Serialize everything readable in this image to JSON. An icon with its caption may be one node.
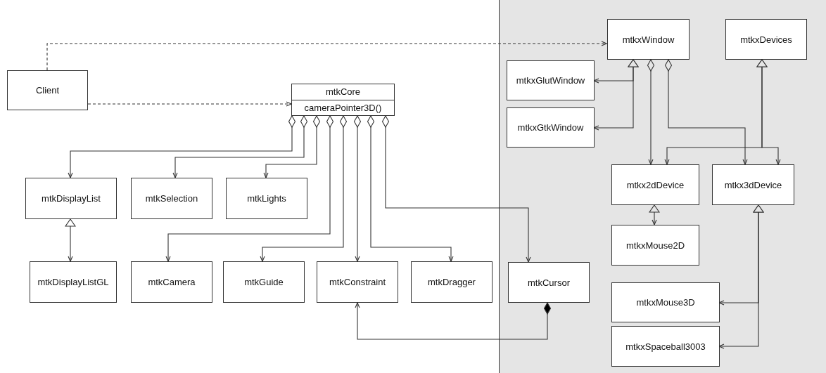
{
  "diagram": {
    "nodes": [
      {
        "text": [
          "Client"
        ]
      },
      {
        "text": [
          "mtkCore",
          "cameraPointer3D()"
        ]
      },
      {
        "text": [
          "mtkDisplayList"
        ]
      },
      {
        "text": [
          "mtkSelection"
        ]
      },
      {
        "text": [
          "mtkLights"
        ]
      },
      {
        "text": [
          "mtkDisplayListGL"
        ]
      },
      {
        "text": [
          "mtkCamera"
        ]
      },
      {
        "text": [
          "mtkGuide"
        ]
      },
      {
        "text": [
          "mtkConstraint"
        ]
      },
      {
        "text": [
          "mtkDragger"
        ]
      },
      {
        "text": [],
        "shape": "box"
      },
      {
        "text": [
          "mtkCursor"
        ],
        "in": 10
      },
      {
        "text": [
          "mtkxWindow"
        ],
        "in": 10
      },
      {
        "text": [
          "mtkxDevices"
        ],
        "in": 10
      },
      {
        "text": [
          "mtkxGlutWindow"
        ],
        "in": 10
      },
      {
        "text": [
          "mtkxGtkWindow"
        ],
        "in": 10
      },
      {
        "text": [
          "mtkx2dDevice"
        ],
        "in": 10
      },
      {
        "text": [
          "mtkx3dDevice"
        ],
        "in": 10
      },
      {
        "text": [
          "mtkxMouse2D"
        ],
        "in": 10
      },
      {
        "text": [
          "mtkxMouse3D"
        ],
        "in": 10
      },
      {
        "text": [
          "mtkxSpaceball3003"
        ],
        "in": 10
      }
    ],
    "edges": [
      {
        "from": 0,
        "to": 12,
        "arrow": "to",
        "style": "dashed"
      },
      {
        "from": 0,
        "to": 1,
        "arrow": "to",
        "style": "dashed"
      },
      {
        "from": 1,
        "to": 2,
        "arrow": "to"
      },
      {
        "from": 1,
        "to": 3,
        "arrow": "to"
      },
      {
        "from": 1,
        "to": 4,
        "arrow": "to"
      },
      {
        "from": 1,
        "to": 6,
        "arrow": "to"
      },
      {
        "from": 1,
        "to": 7,
        "arrow": "to"
      },
      {
        "from": 1,
        "to": 8,
        "arrow": "to"
      },
      {
        "from": 1,
        "to": 9,
        "arrow": "to"
      },
      {
        "from": 1,
        "to": 11,
        "arrow": "to"
      },
      {
        "from": 2,
        "to": 5,
        "arrow": "both"
      },
      {
        "from": 11,
        "to": 8,
        "arrow": "to"
      },
      {
        "from": 12,
        "to": 14,
        "arrow": "both"
      },
      {
        "from": 12,
        "to": 15,
        "arrow": "both"
      },
      {
        "from": 12,
        "to": 16,
        "arrow": "to"
      },
      {
        "from": 12,
        "to": 17,
        "arrow": "to"
      },
      {
        "from": 13,
        "to": 16,
        "arrow": "both"
      },
      {
        "from": 13,
        "to": 17,
        "arrow": "both"
      },
      {
        "from": 16,
        "to": 18,
        "arrow": "both"
      },
      {
        "from": 17,
        "to": 19,
        "arrow": "both"
      },
      {
        "from": 17,
        "to": 20,
        "arrow": "both"
      }
    ]
  }
}
